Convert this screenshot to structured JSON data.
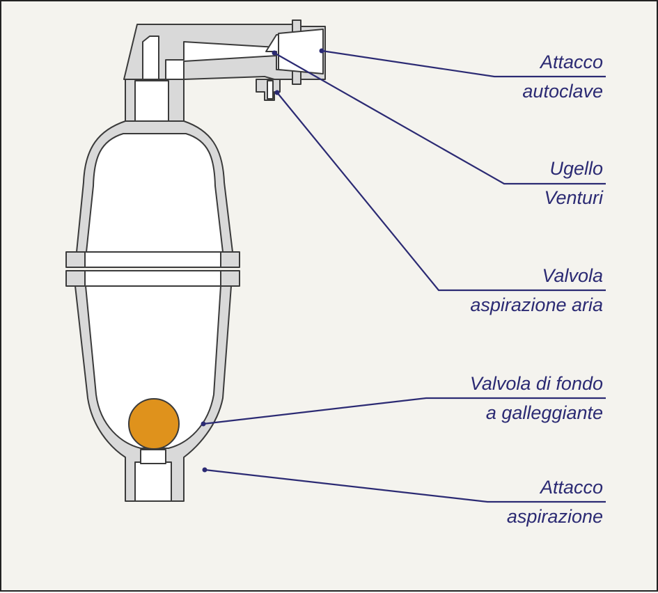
{
  "labels": {
    "autoclave": {
      "line1": "Attacco",
      "line2": "autoclave"
    },
    "venturi": {
      "line1": "Ugello",
      "line2": "Venturi"
    },
    "air_valve": {
      "line1": "Valvola",
      "line2": "aspirazione aria"
    },
    "foot_valve": {
      "line1": "Valvola di fondo",
      "line2": "a galleggiante"
    },
    "suction": {
      "line1": "Attacco",
      "line2": "aspirazione"
    }
  },
  "colors": {
    "background": "#f4f3ee",
    "body_fill": "#d9d9d9",
    "outline": "#3a3a3a",
    "leader": "#2b2a73",
    "float_ball": "#df921c"
  }
}
